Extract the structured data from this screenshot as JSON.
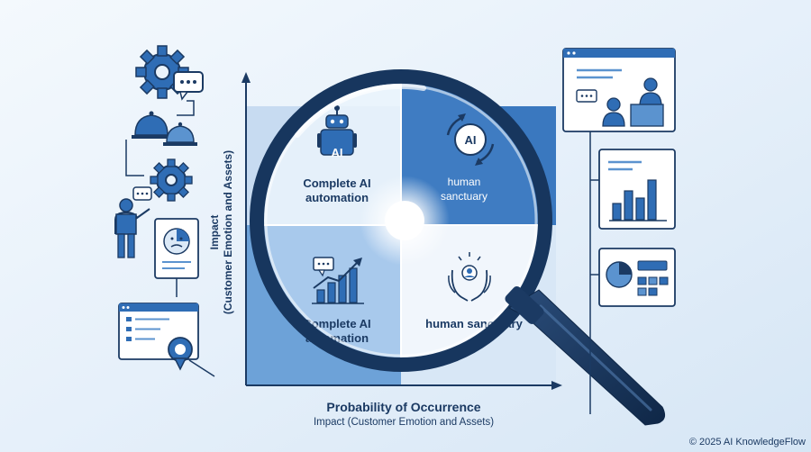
{
  "quadrants": {
    "top_left": {
      "badge": "AI",
      "line1": "Complete AI",
      "line2": "automation"
    },
    "top_right": {
      "badge": "AI",
      "line1": "human",
      "line2": "sanctuary"
    },
    "bottom_left": {
      "line1": "Complete AI",
      "line2": "automation"
    },
    "bottom_right": {
      "line1": "human sanctuary"
    }
  },
  "axes": {
    "y_label_line1": "Impact",
    "y_label_line2": "(Customer Emotion and Assets)",
    "x_label": "Probability of Occurrence",
    "x_sublabel": "Impact (Customer Emotion and Assets)"
  },
  "copyright": "© 2025 AI KnowledgeFlow",
  "colors": {
    "navy": "#1b3a63",
    "blue": "#2f6db5",
    "mid_blue": "#5b93cf",
    "light_blue": "#a9c8ea",
    "pale_blue": "#dbe9f7",
    "background": "#eaf3fb"
  }
}
